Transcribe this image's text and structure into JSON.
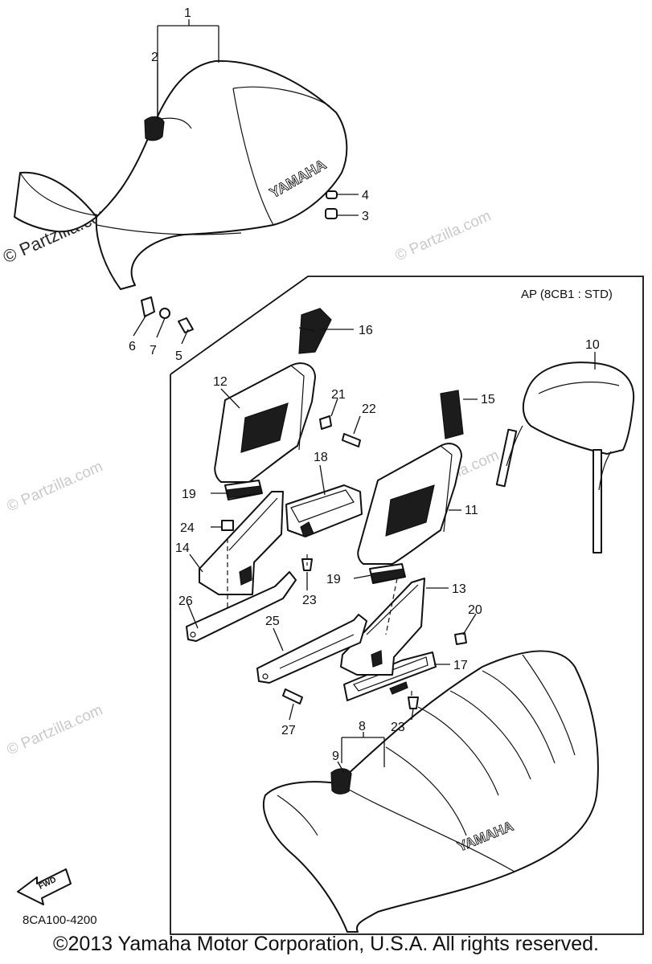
{
  "box_header": "AP (8CB1 : STD)",
  "diagram_code": "8CA100-4200",
  "copyright": "©2013 Yamaha Motor Corporation, U.S.A. All rights reserved.",
  "watermark": "© Partzilla.com",
  "brand_mark": "YAMAHA",
  "fwd_label": "FWD",
  "callouts": [
    "1",
    "2",
    "3",
    "4",
    "5",
    "6",
    "7",
    "8",
    "9",
    "10",
    "11",
    "12",
    "13",
    "14",
    "15",
    "16",
    "17",
    "18",
    "19",
    "19",
    "20",
    "21",
    "22",
    "23",
    "23",
    "24",
    "25",
    "26",
    "27"
  ]
}
